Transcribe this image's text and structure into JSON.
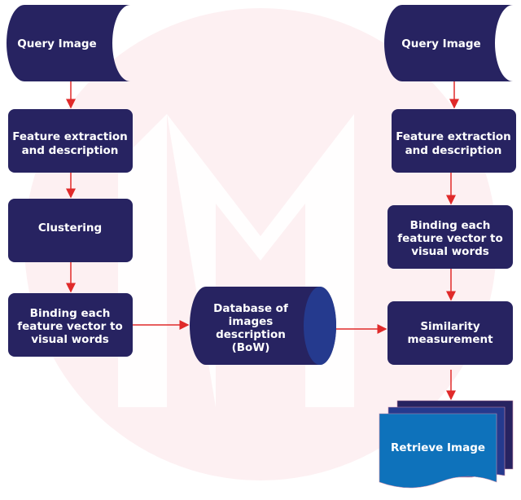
{
  "colors": {
    "navy": "#272361",
    "blue": "#0e72bb",
    "mid": "#253a8e",
    "arrow": "#e02a2a",
    "watermark_bg": "#fdf0f2"
  },
  "left": {
    "query": "Query Image",
    "feature": [
      "Feature extraction",
      "and description"
    ],
    "clustering": "Clustering",
    "binding": [
      "Binding each",
      "feature vector to",
      "visual words"
    ]
  },
  "database": [
    "Database of",
    "images",
    "description",
    "(BoW)"
  ],
  "right": {
    "query": "Query Image",
    "feature": [
      "Feature extraction",
      "and description"
    ],
    "binding": [
      "Binding each",
      "feature vector to",
      "visual words"
    ],
    "similarity": [
      "Similarity",
      "measurement"
    ],
    "retrieve": "Retrieve Image"
  }
}
